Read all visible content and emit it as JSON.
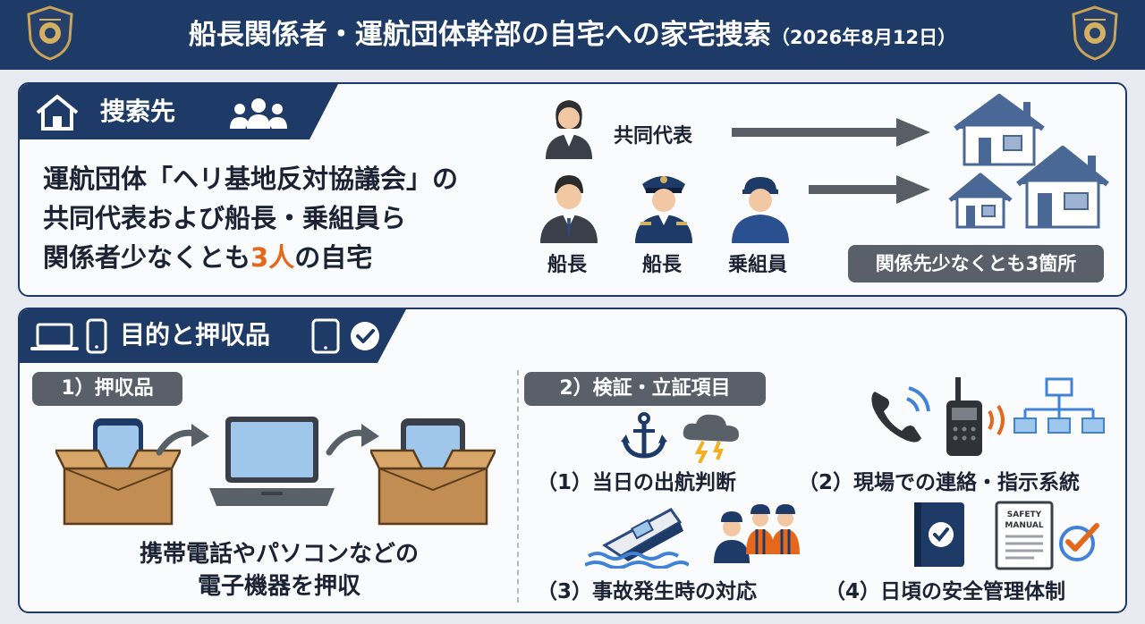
{
  "header": {
    "title": "船長関係者・運航団体幹部の自宅への家宅捜索",
    "date": "（2026年8月12日）",
    "emblem_icon": "police-emblem-icon"
  },
  "search_panel": {
    "tab_title": "捜索先",
    "icons": [
      "house-icon",
      "people-group-icon"
    ],
    "description_lines": {
      "line1": "運航団体「ヘリ基地反対協議会」の",
      "line2": "共同代表および船長・乗組員ら",
      "line3_pre": "関係者少なくとも",
      "line3_highlight": "3人",
      "line3_post": "の自宅"
    },
    "highlight_color": "#e5671b",
    "persons": {
      "co_rep": "共同代表",
      "captain_1": "船長",
      "captain_2": "船長",
      "crew": "乗組員"
    },
    "summary_badge": "関係先少なくとも3箇所"
  },
  "purpose_panel": {
    "tab_title": "目的と押収品",
    "tab_icons": [
      "laptop-icon",
      "phone-icon",
      "tablet-icon",
      "check-circle-icon"
    ],
    "seized": {
      "heading": "1）押収品",
      "caption_line1": "携帯電話やパソコンなどの",
      "caption_line2": "電子機器を押収"
    },
    "verification": {
      "heading": "2）検証・立証項目",
      "items": [
        {
          "label": "（1）当日の出航判断",
          "icons": [
            "anchor-icon",
            "storm-cloud-icon"
          ]
        },
        {
          "label": "（2）現場での連絡・指示系統",
          "icons": [
            "phone-call-icon",
            "radio-icon",
            "org-chart-icon"
          ]
        },
        {
          "label": "（3）事故発生時の対応",
          "icons": [
            "capsized-boat-icon",
            "rescue-team-icon"
          ]
        },
        {
          "label": "（4）日頃の安全管理体制",
          "icons": [
            "manual-book-icon",
            "safety-manual-icon",
            "check-icon"
          ]
        }
      ],
      "manual_text_line1": "SAFETY",
      "manual_text_line2": "MANUAL"
    }
  },
  "colors": {
    "navy": "#1e3a66",
    "accent_orange": "#e5671b",
    "badge_gray": "#59606a",
    "background": "#e7ebf1"
  }
}
